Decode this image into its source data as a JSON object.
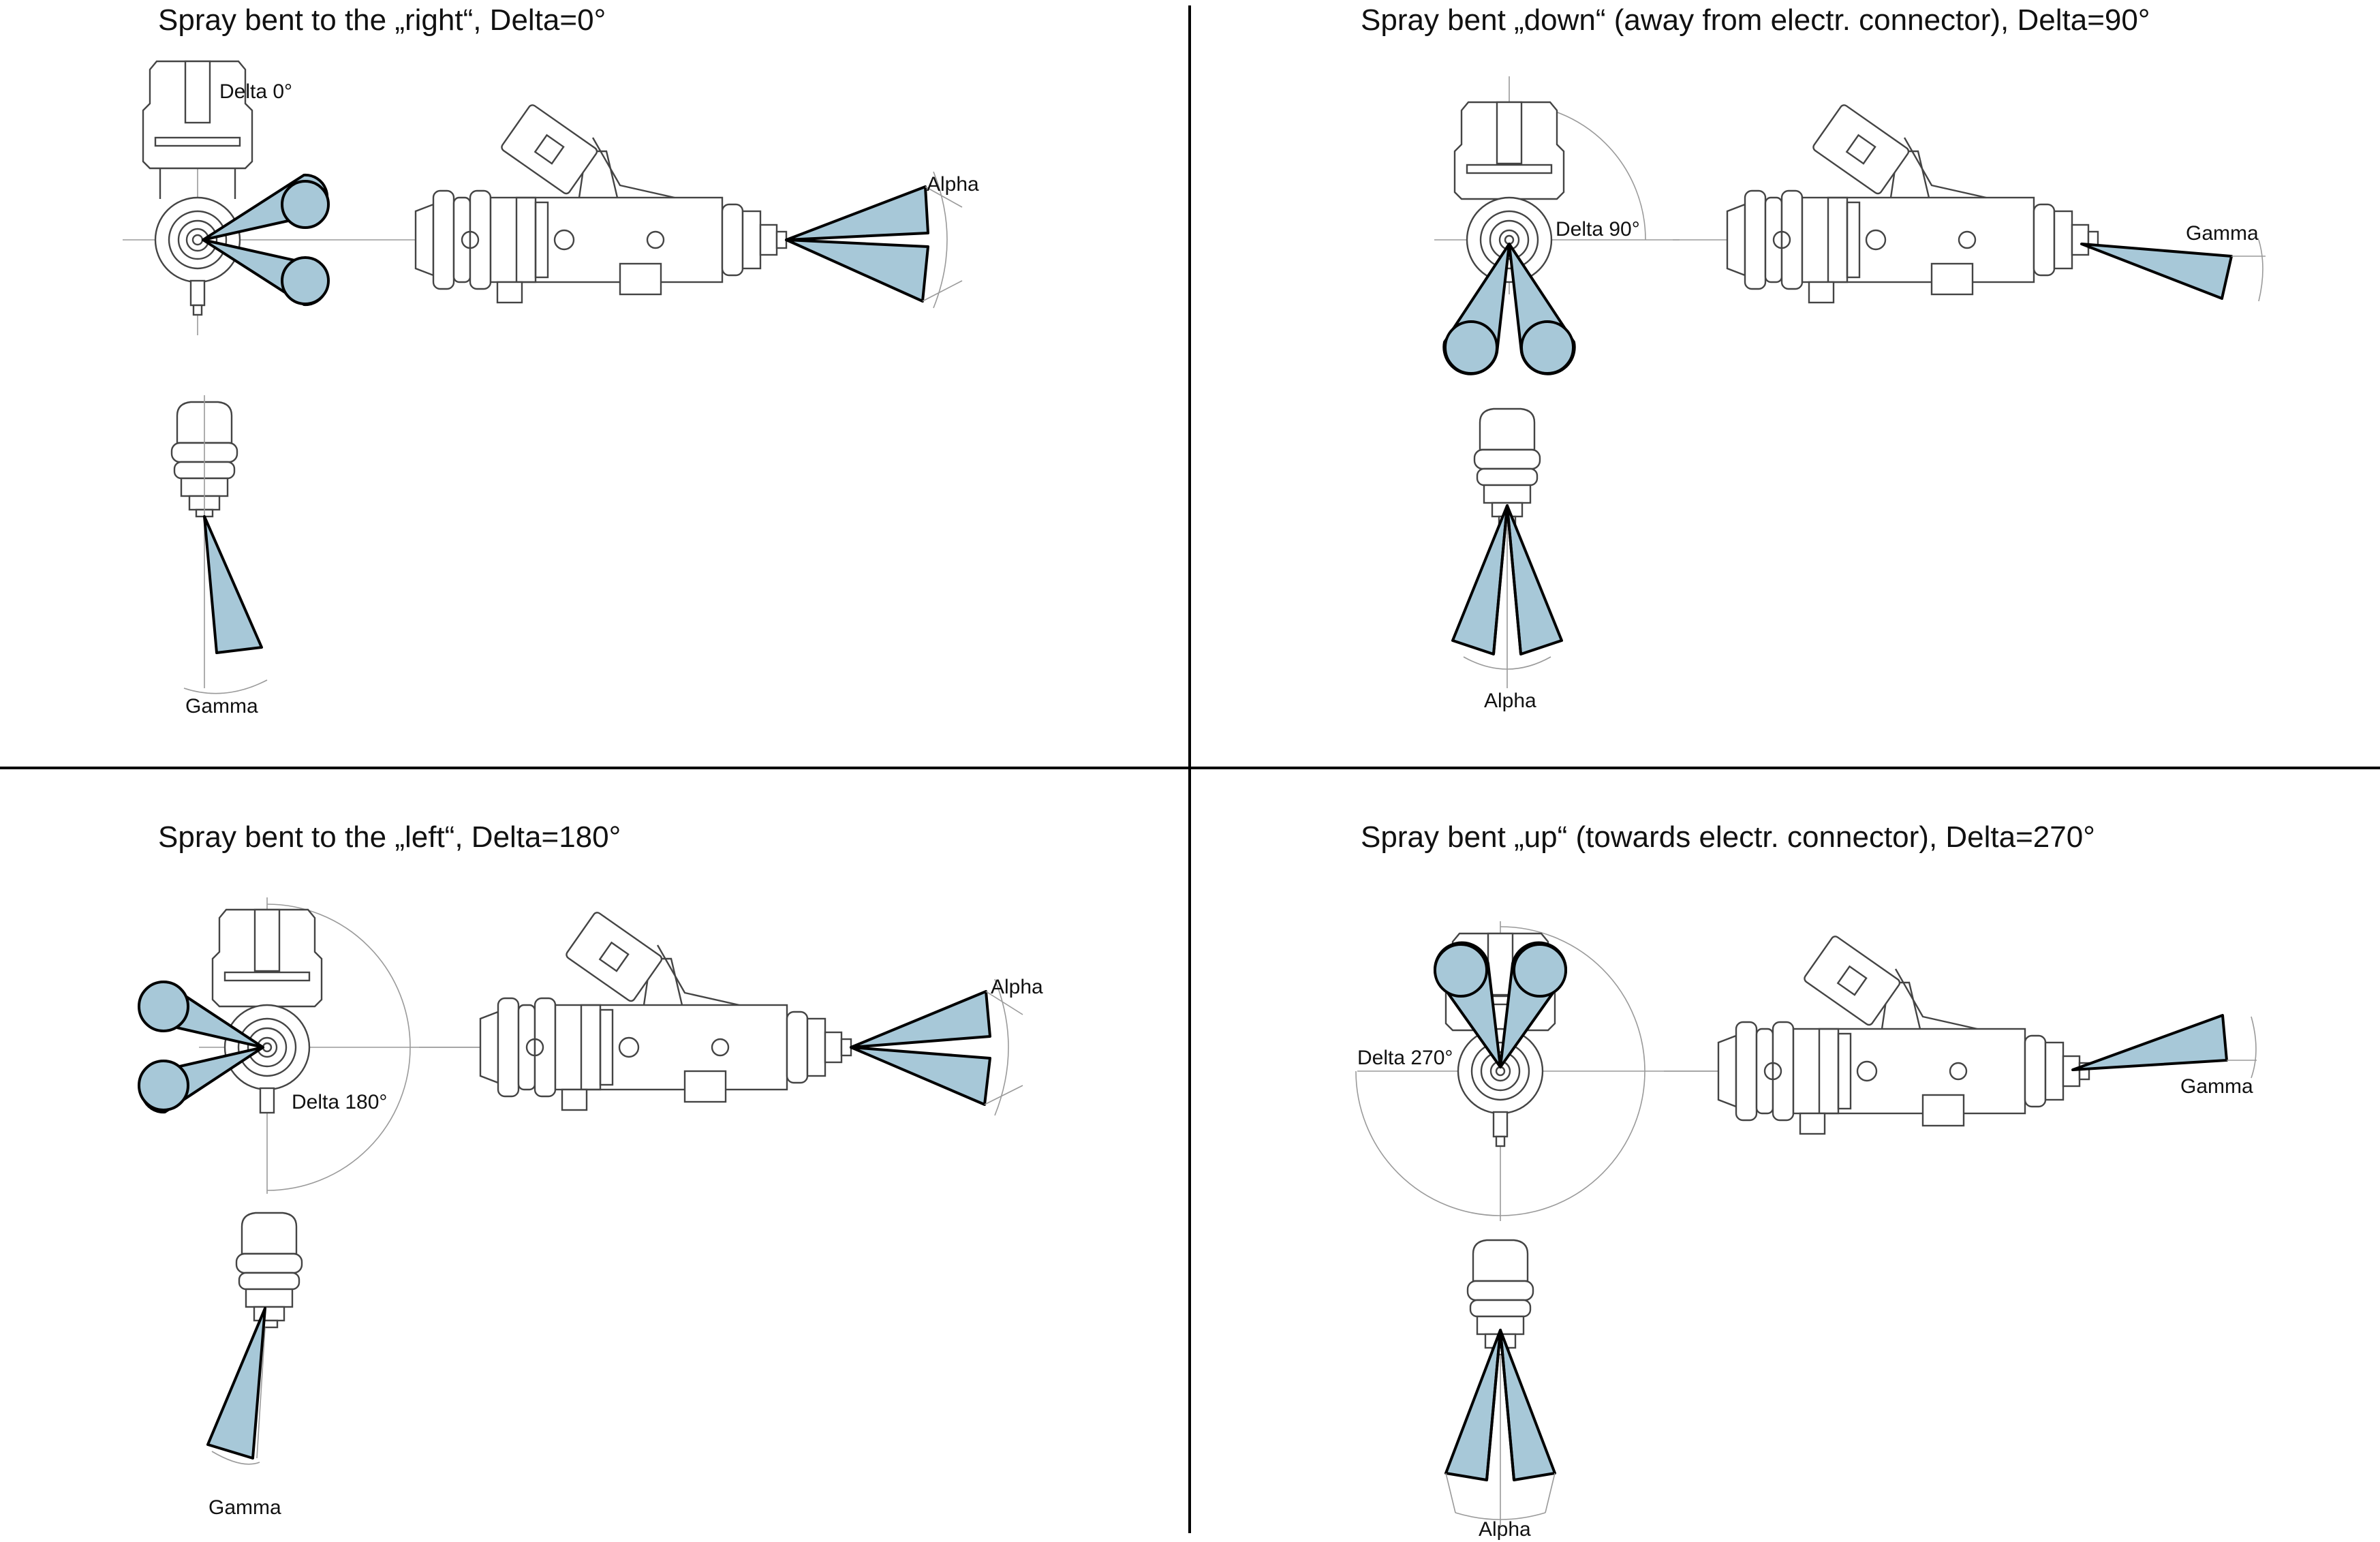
{
  "panels": [
    {
      "title": "Spray bent to the „right“, Delta=0°",
      "delta_label": "Delta 0°",
      "side_label": "Alpha",
      "bottom_label": "Gamma"
    },
    {
      "title": "Spray bent „down“ (away from electr. connector), Delta=90°",
      "delta_label": "Delta 90°",
      "side_label": "Gamma",
      "bottom_label": "Alpha"
    },
    {
      "title": "Spray bent  to the „left“, Delta=180°",
      "delta_label": "Delta 180°",
      "side_label": "Alpha",
      "bottom_label": "Gamma"
    },
    {
      "title": "Spray bent „up“ (towards electr. connector), Delta=270°",
      "delta_label": "Delta 270°",
      "side_label": "Gamma",
      "bottom_label": "Alpha"
    }
  ],
  "colors": {
    "spray_fill": "#a7c8d8",
    "outline": "#444444",
    "divider": "#000000"
  }
}
